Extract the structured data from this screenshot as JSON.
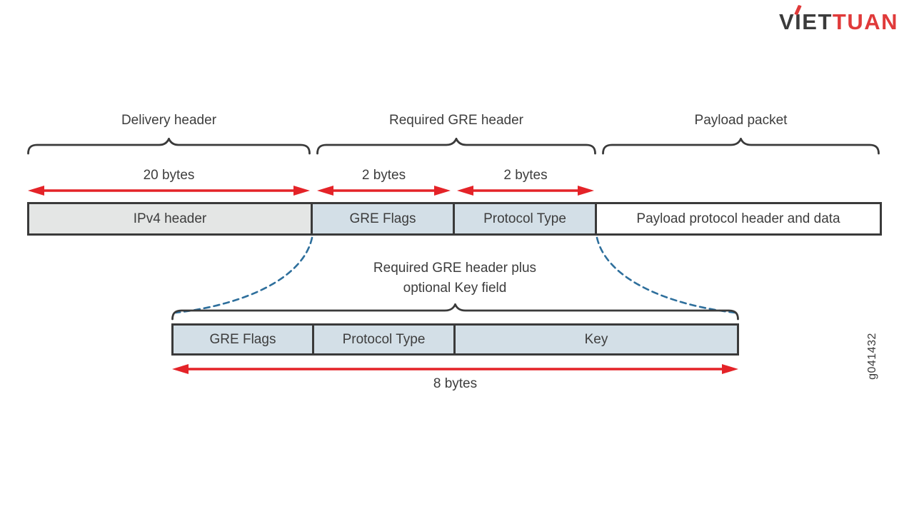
{
  "logo": {
    "part1": "VIET",
    "part2": "TUAN"
  },
  "figure_id": "g041432",
  "colors": {
    "red": "#e42328",
    "stroke": "#3a3a3a",
    "text": "#3d3d3d",
    "box-gray": "#e4e6e5",
    "box-blue": "#d3dfe7",
    "dash-blue": "#2e6f9c",
    "logo-dark": "#3b3b3b",
    "logo-red": "#e03a3a"
  },
  "sections": [
    {
      "label": "Delivery header"
    },
    {
      "label": "Required GRE header"
    },
    {
      "label": "Payload packet"
    }
  ],
  "top_row": {
    "size_arrows": [
      {
        "label": "20 bytes"
      },
      {
        "label": "2 bytes"
      },
      {
        "label": "2 bytes"
      }
    ],
    "boxes": [
      {
        "label": "IPv4 header"
      },
      {
        "label": "GRE Flags"
      },
      {
        "label": "Protocol Type"
      },
      {
        "label": "Payload protocol header and data"
      }
    ]
  },
  "callout": {
    "line1": "Required GRE header plus",
    "line2": "optional Key field"
  },
  "bottom_row": {
    "boxes": [
      {
        "label": "GRE Flags"
      },
      {
        "label": "Protocol Type"
      },
      {
        "label": "Key"
      }
    ],
    "size_label": "8 bytes"
  }
}
